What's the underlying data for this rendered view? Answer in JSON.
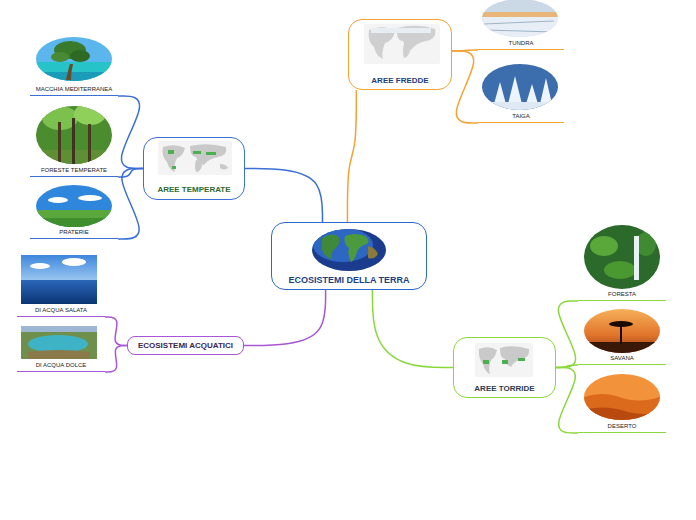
{
  "diagram": {
    "nodes": [
      {
        "text": [
          "ECOSISTEMI DELLA TERRA"
        ]
      },
      {
        "text": [
          "AREE TEMPERATE"
        ]
      },
      {
        "text": [
          "MACCHIA MEDITERRANEA"
        ]
      },
      {
        "text": [
          "FORESTE TEMPERATE"
        ]
      },
      {
        "text": [
          "PRATERIE"
        ]
      },
      {
        "text": [
          "AREE FREDDE"
        ]
      },
      {
        "text": [
          "TUNDRA"
        ]
      },
      {
        "text": [
          "TAIGA"
        ]
      },
      {
        "text": [
          "ECOSISTEMI ACQUATICI"
        ]
      },
      {
        "text": [
          "DI ACQUA SALATA"
        ]
      },
      {
        "text": [
          "DI ACQUA DOLCE"
        ]
      },
      {
        "text": [
          "AREE TORRIDE"
        ]
      },
      {
        "text": [
          "FORESTA"
        ]
      },
      {
        "text": [
          "SAVANA"
        ]
      },
      {
        "text": [
          "DESERTO"
        ]
      }
    ],
    "edges": [
      {
        "from": 0,
        "to": 1,
        "arrow": "none"
      },
      {
        "from": 0,
        "to": 5,
        "arrow": "none"
      },
      {
        "from": 0,
        "to": 8,
        "arrow": "none"
      },
      {
        "from": 0,
        "to": 11,
        "arrow": "none"
      },
      {
        "from": 1,
        "to": 2,
        "arrow": "none"
      },
      {
        "from": 1,
        "to": 3,
        "arrow": "none"
      },
      {
        "from": 1,
        "to": 4,
        "arrow": "none"
      },
      {
        "from": 5,
        "to": 6,
        "arrow": "none"
      },
      {
        "from": 5,
        "to": 7,
        "arrow": "none"
      },
      {
        "from": 8,
        "to": 9,
        "arrow": "none"
      },
      {
        "from": 8,
        "to": 10,
        "arrow": "none"
      },
      {
        "from": 11,
        "to": 12,
        "arrow": "none"
      },
      {
        "from": 11,
        "to": 13,
        "arrow": "none"
      },
      {
        "from": 11,
        "to": 14,
        "arrow": "none"
      }
    ]
  }
}
